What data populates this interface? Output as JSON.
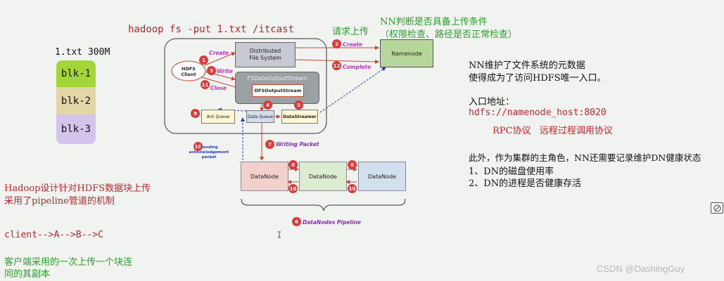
{
  "command": "hadoop fs -put  1.txt /itcast",
  "file_label": "1.txt 300M",
  "blocks": [
    "blk-1",
    "blk-2",
    "blk-3"
  ],
  "colors": {
    "blk1": "#a4d63a",
    "blk2": "#e2d6a6",
    "blk3": "#d2c4ea",
    "red_text": "#c0272d",
    "green_text": "#2aa02a"
  },
  "diagram": {
    "client": "HDFS\nClient",
    "dfs": "Distributed\nFile System",
    "fsdos": "FSDataOutputStream",
    "dfsos": "DFSOutputStream",
    "namenode": "Namenode",
    "ack_queue": "Ack Queue",
    "data_queue": "Data Queue",
    "data_streamer": "DataStreamer",
    "datanode": "DataNode",
    "steps": {
      "s1": "1",
      "s2": "2",
      "s3": "3",
      "s4": "4",
      "s5": "5",
      "s7": "7",
      "s8": "8",
      "s9": "9",
      "s10": "10",
      "s11": "11",
      "s12": "12",
      "s6": "6"
    },
    "create": "Create",
    "write": "Write",
    "close": "Close",
    "complete": "Complete",
    "writing_packet": "Writing Packet",
    "sending_ack": "Sending\nacknowledgement packet",
    "pipeline": "DataNodes Pipeline"
  },
  "annotations": {
    "request_upload": "请求上传",
    "nn_check_1": "NN判断是否具备上传条件",
    "nn_check_2": "（权限检查、路径是否正常检查）",
    "nn_meta_1": "NN维护了文件系统的元数据",
    "nn_meta_2": "使得成为了访问HDFS唯一入口。",
    "entry_label": "入口地址：",
    "entry_addr": "hdfs://namenode_host:8020",
    "rpc": "RPC协议   远程过程调用协议",
    "master_role": "此外，作为集群的主角色，NN还需要记录维护DN健康状态",
    "dn_1": "1、DN的磁盘使用率",
    "dn_2": "2、DN的进程是否健康存活",
    "pipeline_note_1": "Hadoop设计针对HDFS数据块上传",
    "pipeline_note_2": "采用了pipeline管道的机制",
    "flow": "client-->A-->B-->C",
    "client_note_1": "客户端采用的一次上传一个块连",
    "client_note_2": "同的其副本",
    "watermark": "CSDN @DashingGuy"
  }
}
